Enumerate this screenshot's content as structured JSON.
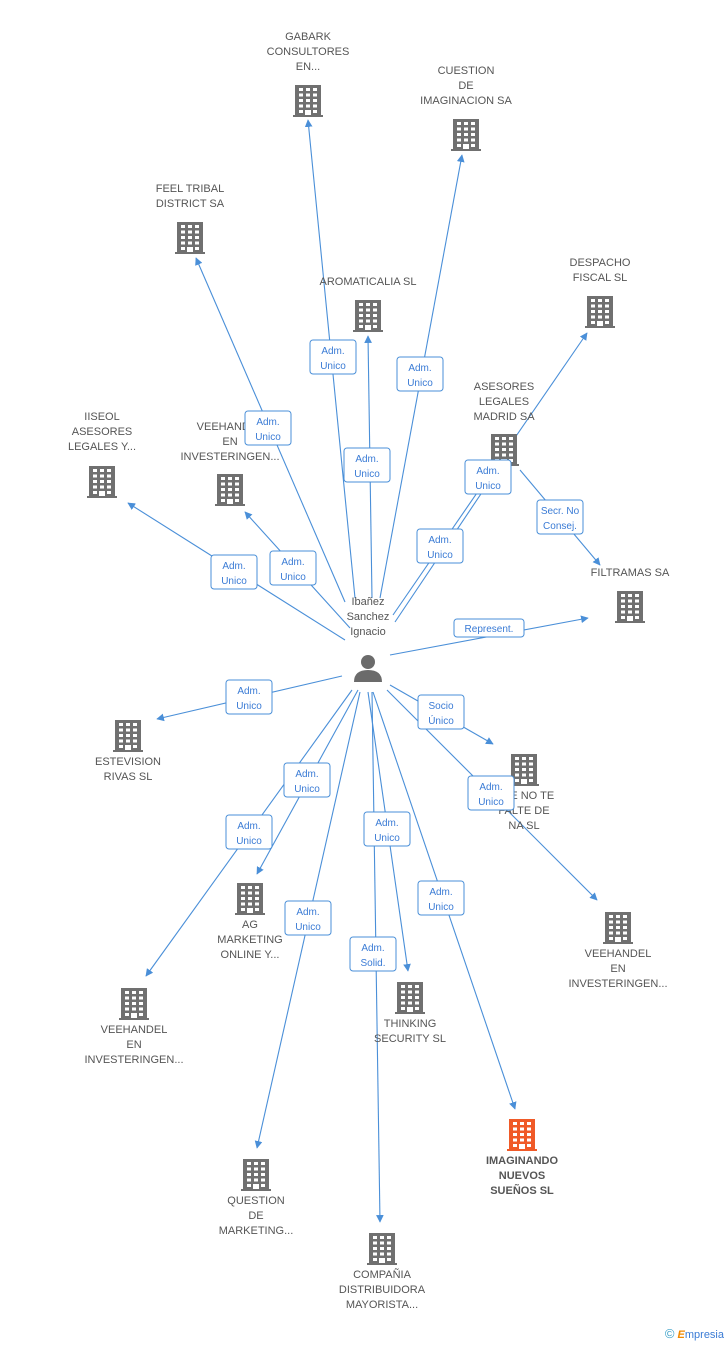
{
  "center": {
    "label_lines": [
      "Ibañez",
      "Sanchez",
      "Ignacio"
    ]
  },
  "nodes": [
    {
      "id": "gabark",
      "lines": [
        "GABARK",
        "CONSULTORES",
        "EN..."
      ],
      "highlight": false
    },
    {
      "id": "cuestion",
      "lines": [
        "CUESTION",
        "DE",
        "IMAGINACION SA"
      ],
      "highlight": false
    },
    {
      "id": "feel",
      "lines": [
        "FEEL TRIBAL",
        "DISTRICT SA"
      ],
      "highlight": false
    },
    {
      "id": "aromaticalia",
      "lines": [
        "AROMATICALIA SL"
      ],
      "highlight": false
    },
    {
      "id": "despacho",
      "lines": [
        "DESPACHO",
        "FISCAL SL"
      ],
      "highlight": false
    },
    {
      "id": "asesores",
      "lines": [
        "ASESORES",
        "LEGALES",
        "MADRID SA"
      ],
      "highlight": false
    },
    {
      "id": "iiseol",
      "lines": [
        "IISEOL",
        "ASESORES",
        "LEGALES Y..."
      ],
      "highlight": false
    },
    {
      "id": "veehandel1",
      "lines": [
        "VEEHANDEL",
        "EN",
        "INVESTERINGEN..."
      ],
      "highlight": false
    },
    {
      "id": "filtramas",
      "lines": [
        "FILTRAMAS SA"
      ],
      "highlight": false
    },
    {
      "id": "estevision",
      "lines": [
        "ESTEVISION",
        "RIVAS SL"
      ],
      "highlight": false
    },
    {
      "id": "nofalte",
      "lines": [
        "QUE NO TE",
        "FALTE DE",
        "NA SL"
      ],
      "highlight": false
    },
    {
      "id": "ag",
      "lines": [
        "AG",
        "MARKETING",
        "ONLINE Y..."
      ],
      "highlight": false
    },
    {
      "id": "veehandel2",
      "lines": [
        "VEEHANDEL",
        "EN",
        "INVESTERINGEN..."
      ],
      "highlight": false
    },
    {
      "id": "veehandel3",
      "lines": [
        "VEEHANDEL",
        "EN",
        "INVESTERINGEN..."
      ],
      "highlight": false
    },
    {
      "id": "thinking",
      "lines": [
        "THINKING",
        "SECURITY SL"
      ],
      "highlight": false
    },
    {
      "id": "imaginando",
      "lines": [
        "IMAGINANDO",
        "NUEVOS",
        "SUEÑOS SL"
      ],
      "highlight": true
    },
    {
      "id": "question",
      "lines": [
        "QUESTION",
        "DE",
        "MARKETING..."
      ],
      "highlight": false
    },
    {
      "id": "compania",
      "lines": [
        "COMPAÑIA",
        "DISTRIBUIDORA",
        "MAYORISTA..."
      ],
      "highlight": false
    }
  ],
  "relations": [
    {
      "target": "gabark",
      "lines": [
        "Adm.",
        "Unico"
      ]
    },
    {
      "target": "cuestion",
      "lines": [
        "Adm.",
        "Unico"
      ]
    },
    {
      "target": "feel",
      "lines": [
        "Adm.",
        "Unico"
      ]
    },
    {
      "target": "aromaticalia",
      "lines": [
        "Adm.",
        "Unico"
      ]
    },
    {
      "target": "despacho",
      "lines": [
        "Adm.",
        "Unico"
      ]
    },
    {
      "target": "asesores",
      "lines": [
        "Adm.",
        "Unico"
      ]
    },
    {
      "target": "iiseol",
      "lines": [
        "Adm.",
        "Unico"
      ]
    },
    {
      "target": "veehandel1",
      "lines": [
        "Adm.",
        "Unico"
      ]
    },
    {
      "target": "filtramas",
      "lines": [
        "Secr. No",
        "Consej."
      ]
    },
    {
      "target": "filtramas",
      "lines": [
        "Represent."
      ]
    },
    {
      "target": "estevision",
      "lines": [
        "Adm.",
        "Unico"
      ]
    },
    {
      "target": "nofalte",
      "lines": [
        "Socio",
        "Único"
      ]
    },
    {
      "target": "veehandel2",
      "lines": [
        "Adm.",
        "Unico"
      ]
    },
    {
      "target": "ag",
      "lines": [
        "Adm.",
        "Unico"
      ]
    },
    {
      "target": "veehandel3",
      "lines": [
        "Adm.",
        "Unico"
      ]
    },
    {
      "target": "thinking",
      "lines": [
        "Adm.",
        "Unico"
      ]
    },
    {
      "target": "imaginando",
      "lines": [
        "Adm.",
        "Unico"
      ]
    },
    {
      "target": "question",
      "lines": [
        "Adm.",
        "Unico"
      ]
    },
    {
      "target": "compania",
      "lines": [
        "Adm.",
        "Solid."
      ]
    }
  ],
  "colors": {
    "edge": "#4a8fd8",
    "building": "#707070",
    "highlight": "#f05a28",
    "person": "#6b6b6b"
  },
  "icons": {
    "company": "building-icon",
    "person": "person-icon"
  },
  "footer": {
    "copyright": "©",
    "brand_first": "E",
    "brand_rest": "mpresia"
  }
}
